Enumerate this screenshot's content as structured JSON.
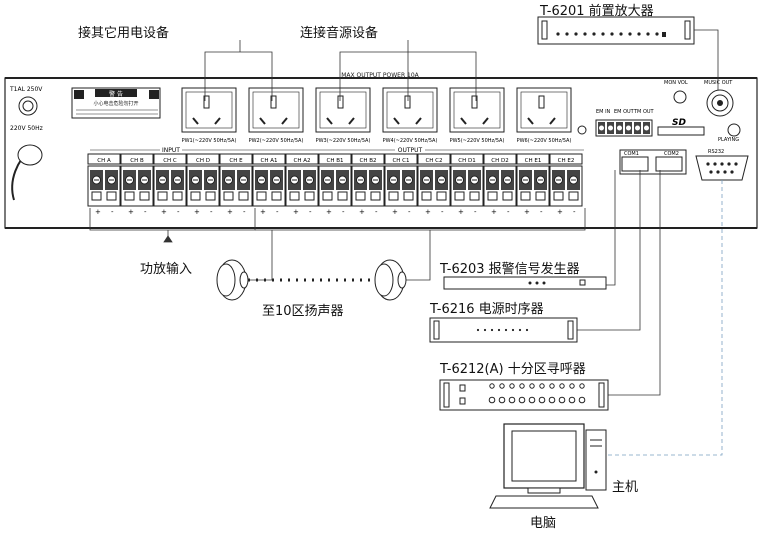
{
  "labels": {
    "other_equipment": "接其它用电设备",
    "audio_source": "连接音源设备",
    "preamp": "T-6201 前置放大器",
    "amp_input": "功放输入",
    "speakers": "至10区扬声器",
    "alarm": "T-6203    报警信号发生器",
    "sequencer": "T-6216 电源时序器",
    "pager": "T-6212(A) 十分区寻呼器",
    "host": "主机",
    "pc": "电脑"
  },
  "panel": {
    "max_output": "MAX OUTPUT POWER 10A",
    "fuse": "T1AL 250V",
    "voltage": "220V 50Hz",
    "warning_title": "警 告",
    "warning_text": "小心电击危险勿打开",
    "input": "INPUT",
    "output": "OUTPUT",
    "mon_vol": "MON VOL",
    "music_out": "MUSIC OUT",
    "em_in": "EM IN",
    "em_out": "EM OUT",
    "tm_out": "TM OUT",
    "sd": "SD",
    "com1": "COM1",
    "com2": "COM2",
    "rs232": "RS232",
    "playing": "PLAYING",
    "outlets": [
      "PW1(~220V 50Hz/5A)",
      "PW2(~220V 50Hz/5A)",
      "PW3(~220V 50Hz/5A)",
      "PW4(~220V 50Hz/5A)",
      "PW5(~220V 50Hz/5A)",
      "PW6(~220V 50Hz/5A)"
    ],
    "channels": [
      "CH A",
      "CH B",
      "CH C",
      "CH D",
      "CH E",
      "CH A1",
      "CH A2",
      "CH B1",
      "CH B2",
      "CH C1",
      "CH C2",
      "CH D1",
      "CH D2",
      "CH E1",
      "CH E2"
    ]
  }
}
